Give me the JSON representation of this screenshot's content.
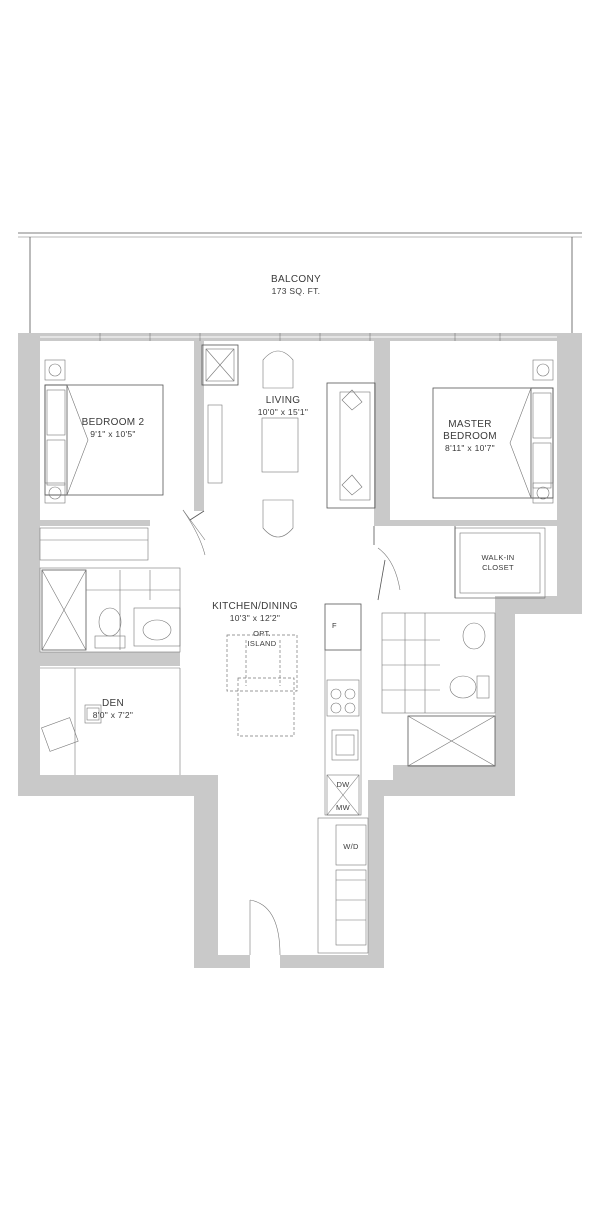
{
  "rooms": {
    "balcony": {
      "name": "BALCONY",
      "area": "173 SQ. FT."
    },
    "bedroom2": {
      "name": "BEDROOM 2",
      "dims": "9'1\" x 10'5\""
    },
    "living": {
      "name": "LIVING",
      "dims": "10'0\" x 15'1\""
    },
    "master": {
      "name_line1": "MASTER",
      "name_line2": "BEDROOM",
      "dims": "8'11\" x 10'7\""
    },
    "walkin": {
      "line1": "WALK-IN",
      "line2": "CLOSET"
    },
    "kitchen": {
      "name": "KITCHEN/DINING",
      "dims": "10'3\" x 12'2\""
    },
    "island": {
      "line1": "OPT.",
      "line2": "ISLAND"
    },
    "den": {
      "name": "DEN",
      "dims": "8'0\" x 7'2\""
    }
  },
  "appliances": {
    "fridge": "F",
    "dishwasher": "DW",
    "microwave": "MW",
    "washer_dryer": "W/D"
  }
}
